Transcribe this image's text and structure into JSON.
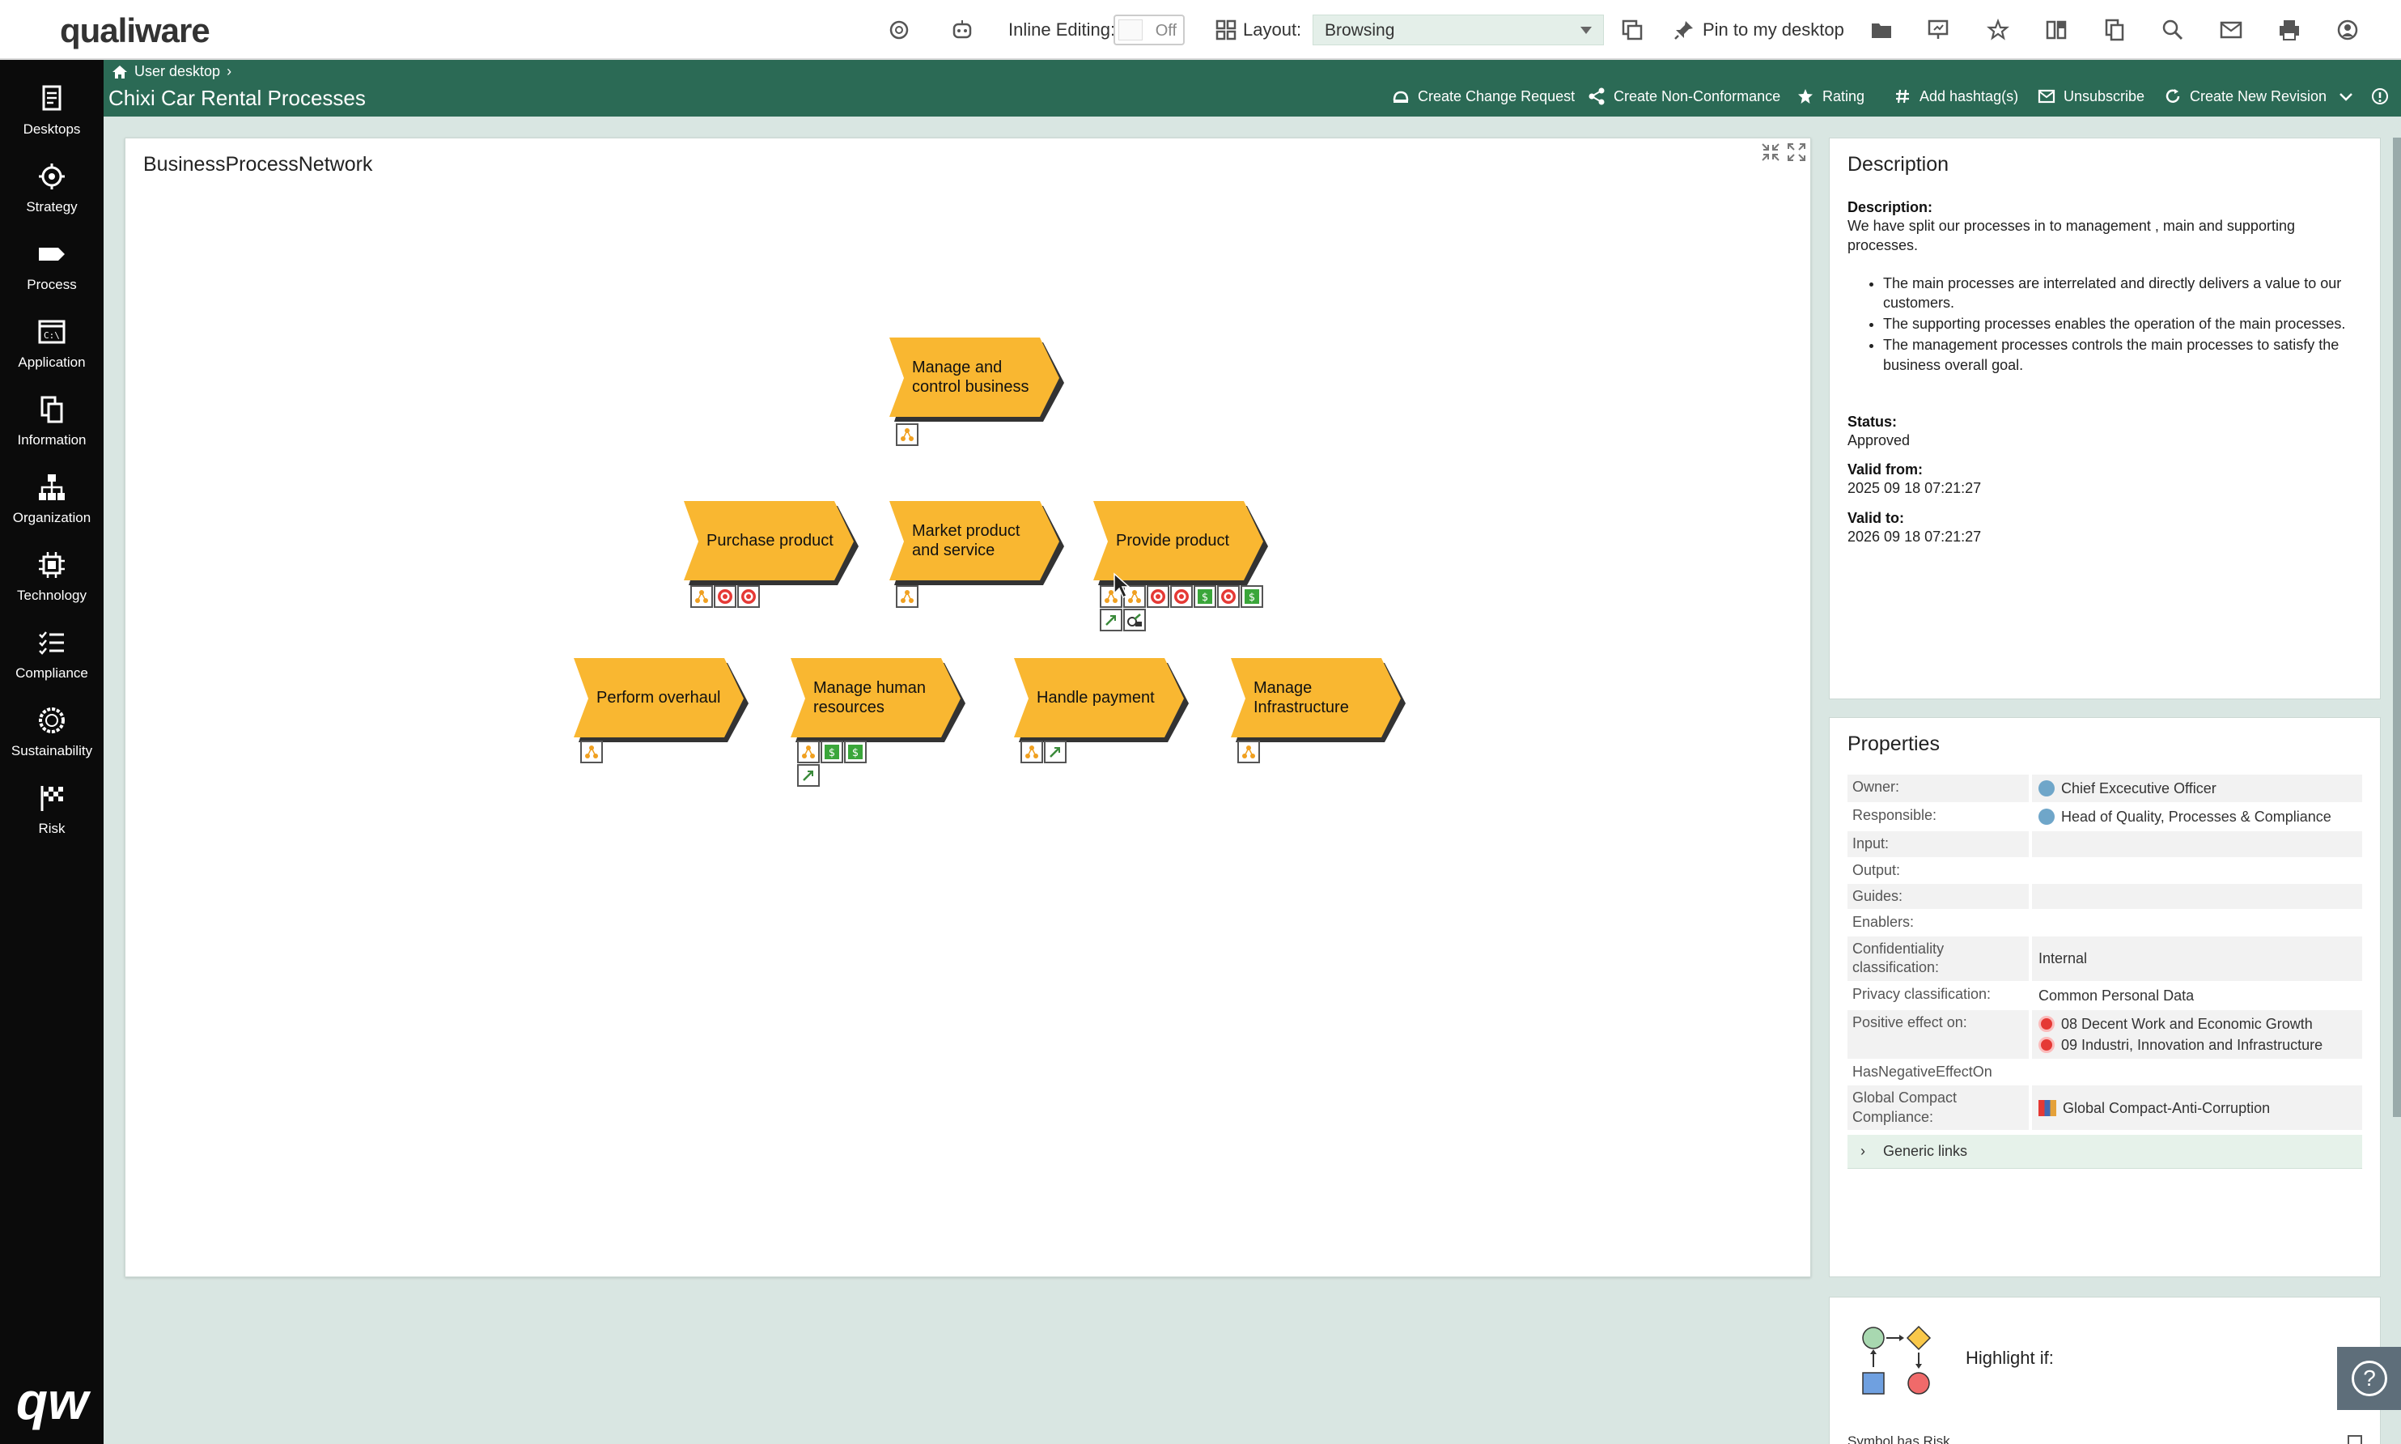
{
  "topbar": {
    "logo": "qualiware",
    "inline_editing_label": "Inline Editing:",
    "inline_editing_value": "Off",
    "layout_label": "Layout:",
    "layout_value": "Browsing",
    "pin_label": "Pin to my desktop"
  },
  "sidebar": {
    "items": [
      {
        "label": "Desktops",
        "icon": "desktops-icon"
      },
      {
        "label": "Strategy",
        "icon": "strategy-icon"
      },
      {
        "label": "Process",
        "icon": "process-icon"
      },
      {
        "label": "Application",
        "icon": "application-icon"
      },
      {
        "label": "Information",
        "icon": "information-icon"
      },
      {
        "label": "Organization",
        "icon": "organization-icon"
      },
      {
        "label": "Technology",
        "icon": "technology-icon"
      },
      {
        "label": "Compliance",
        "icon": "compliance-icon"
      },
      {
        "label": "Sustainability",
        "icon": "sustainability-icon"
      },
      {
        "label": "Risk",
        "icon": "risk-icon"
      }
    ],
    "bottom_logo": "qw"
  },
  "header": {
    "breadcrumb": "User desktop",
    "title": "Chixi Car Rental Processes",
    "actions": {
      "change_request": "Create Change Request",
      "non_conformance": "Create Non-Conformance",
      "rating": "Rating",
      "hashtag": "Add hashtag(s)",
      "unsubscribe": "Unsubscribe",
      "new_revision": "Create New Revision"
    }
  },
  "diagram": {
    "title": "BusinessProcessNetwork",
    "processes": [
      {
        "label": "Manage and control business"
      },
      {
        "label": "Purchase product"
      },
      {
        "label": "Market product and service"
      },
      {
        "label": "Provide product"
      },
      {
        "label": "Perform overhaul"
      },
      {
        "label": "Manage human resources"
      },
      {
        "label": "Handle payment"
      },
      {
        "label": "Manage Infrastructure"
      }
    ]
  },
  "description": {
    "heading": "Description",
    "desc_label": "Description:",
    "desc_text": "We have split our processes in to management , main and supporting processes.",
    "bullets": [
      "The main processes are interrelated and directly delivers a value to our customers.",
      "The supporting processes enables the operation of the main processes.",
      "The management processes controls the main processes to satisfy the business overall goal."
    ],
    "status_label": "Status:",
    "status_value": "Approved",
    "valid_from_label": "Valid from:",
    "valid_from_value": "2025 09 18 07:21:27",
    "valid_to_label": "Valid to:",
    "valid_to_value": "2026 09 18 07:21:27"
  },
  "properties": {
    "heading": "Properties",
    "owner_label": "Owner:",
    "owner_value": "Chief Excecutive Officer",
    "responsible_label": "Responsible:",
    "responsible_value": "Head of Quality, Processes & Compliance",
    "input_label": "Input:",
    "output_label": "Output:",
    "guides_label": "Guides:",
    "enablers_label": "Enablers:",
    "confidentiality_label": "Confidentiality classification:",
    "confidentiality_value": "Internal",
    "privacy_label": "Privacy classification:",
    "privacy_value": "Common Personal Data",
    "positive_label": "Positive effect on:",
    "positive_values": [
      "08 Decent Work and Economic Growth",
      "09 Industri, Innovation and Infrastructure"
    ],
    "negative_label": "HasNegativeEffectOn",
    "gc_label": "Global Compact Compliance:",
    "gc_value": "Global Compact-Anti-Corruption",
    "generic_links": "Generic links"
  },
  "highlight": {
    "title": "Highlight if:",
    "first_option": "Symbol has Risk"
  },
  "colors": {
    "header_green": "#2b6a55",
    "process_fill": "#f9b731",
    "sidebar_bg": "#0b0b0b"
  }
}
